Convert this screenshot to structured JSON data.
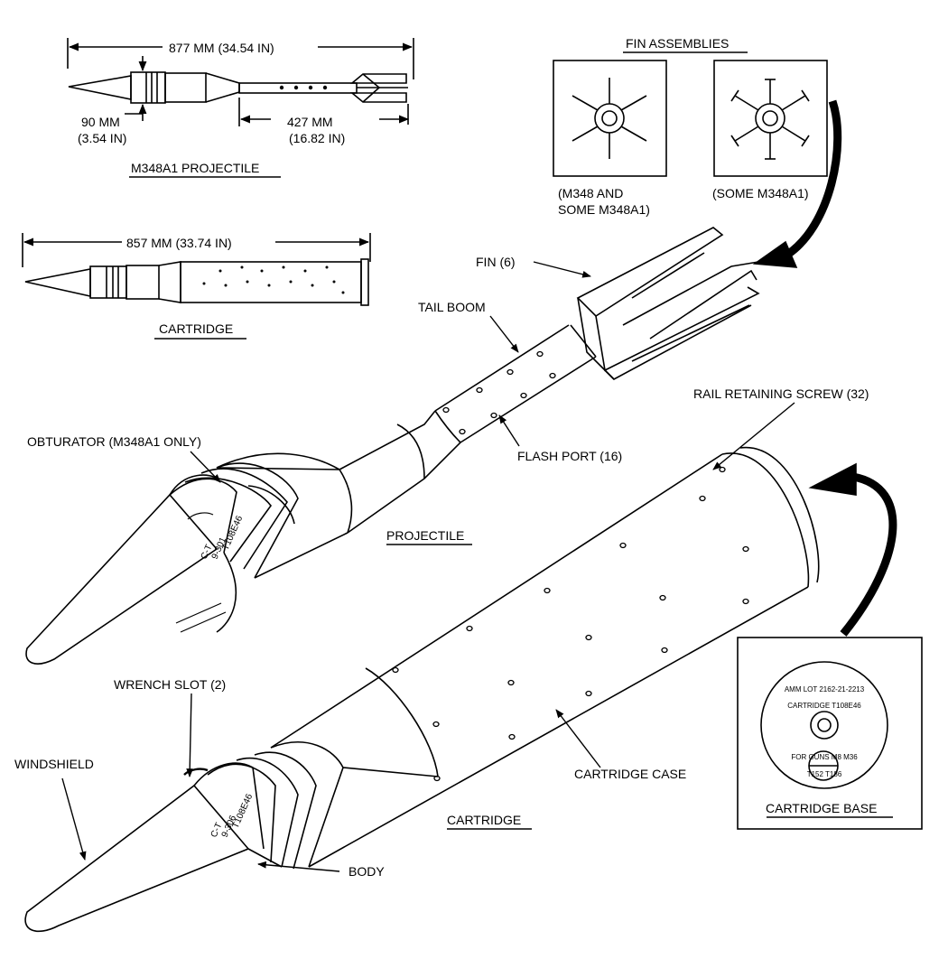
{
  "diagram": {
    "top_projectile": {
      "title": "M348A1 PROJECTILE",
      "overall_length": "877 MM (34.54 IN)",
      "diameter_mm": "90 MM",
      "diameter_in": "(3.54 IN)",
      "boom_length_mm": "427 MM",
      "boom_length_in": "(16.82 IN)"
    },
    "top_cartridge": {
      "title": "CARTRIDGE",
      "overall_length": "857 MM (33.74 IN)"
    },
    "fin_assemblies": {
      "title": "FIN ASSEMBLIES",
      "left_caption_line1": "(M348 AND",
      "left_caption_line2": "SOME M348A1)",
      "right_caption": "(SOME M348A1)"
    },
    "callouts": {
      "fin": "FIN (6)",
      "tail_boom": "TAIL BOOM",
      "rail_retaining_screw": "RAIL RETAINING SCREW (32)",
      "obturator": "OBTURATOR (M348A1 ONLY)",
      "flash_port": "FLASH PORT (16)",
      "projectile": "PROJECTILE",
      "wrench_slot": "WRENCH SLOT (2)",
      "windshield": "WINDSHIELD",
      "cartridge_case": "CARTRIDGE CASE",
      "cartridge": "CARTRIDGE",
      "body": "BODY"
    },
    "cartridge_base": {
      "title": "CARTRIDGE BASE",
      "stamp_line1": "AMM LOT 2162-21-2213",
      "stamp_line2": "CARTRIDGE T108E46",
      "stamp_line3": "FOR GUNS M8 M36",
      "stamp_line4": "T152 T186"
    },
    "body_markings": {
      "projectile_line1": "C-T",
      "projectile_line2": "9-301",
      "projectile_line3": "T108E46",
      "cartridge_line1": "C-T",
      "cartridge_line2": "9-306",
      "cartridge_line3": "T108E46"
    }
  }
}
